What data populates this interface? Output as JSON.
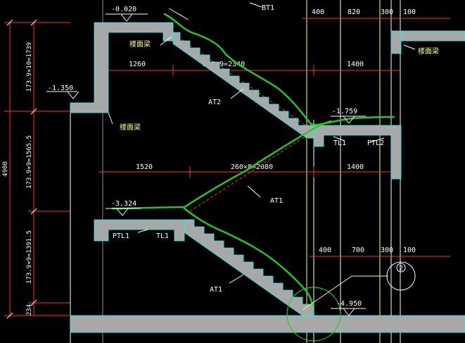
{
  "drawing": {
    "colors": {
      "background": "#000000",
      "concrete": "#a8a8a8",
      "dimension_line": "#ff3030",
      "axis_line": "#ffff66",
      "outline": "#00ffff",
      "sketch": "#22cc22",
      "text": "#ffffff"
    },
    "elevations": {
      "top": "-0.020",
      "landing_left": "-1.350",
      "mid": "-1.759",
      "lower_landing": "-3.324",
      "bottom": "-4.950"
    },
    "labels": {
      "bt1": "BT1",
      "at2": "AT2",
      "at1_upper": "AT1",
      "at1_lower": "AT1",
      "tl1_right": "TL1",
      "ptl2": "PTL2",
      "ptl1": "PTL1",
      "tl1_left": "TL1",
      "floor_beam_1": "楼面梁",
      "floor_beam_2": "楼面梁",
      "floor_beam_3": "楼面梁",
      "axis_marker": "2"
    },
    "dimensions_top": [
      "400",
      "820",
      "300",
      "100"
    ],
    "dimensions_mid": [
      "400",
      "700",
      "300",
      "100"
    ],
    "flight_upper": {
      "left": "1260",
      "center": "260×9=2340",
      "right": "1400"
    },
    "flight_lower": {
      "left": "1520",
      "center": "260×8=2080",
      "right": "1400"
    },
    "vertical_dims": {
      "total": "4900",
      "seg1": "173.9×10=1739",
      "seg2": "173.9×9=1565.5",
      "seg3": "173.9×9=1391.5",
      "seg4": "234"
    }
  }
}
